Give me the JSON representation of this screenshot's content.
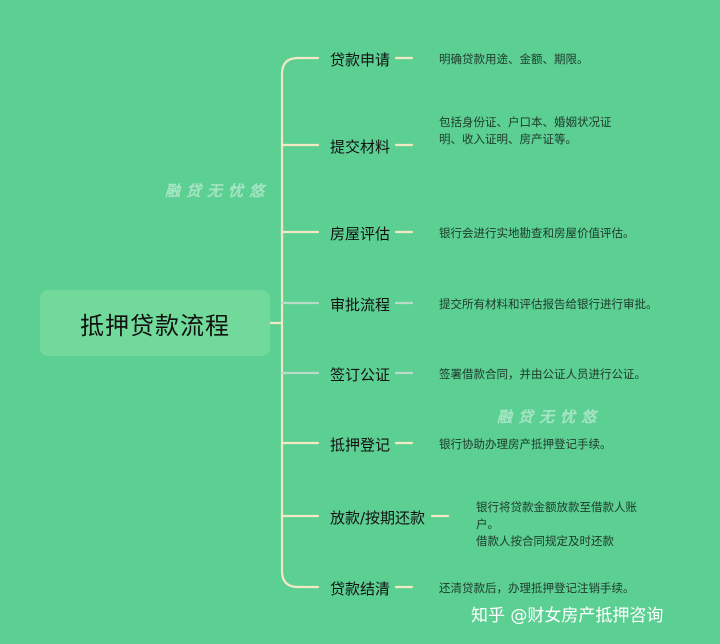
{
  "root": {
    "label": "抵押贷款流程"
  },
  "steps": [
    {
      "label": "贷款申请",
      "desc": [
        "明确贷款用途、金额、期限。"
      ]
    },
    {
      "label": "提交材料",
      "desc": [
        "包括身份证、户口本、婚姻状况证",
        "明、收入证明、房产证等。"
      ]
    },
    {
      "label": "房屋评估",
      "desc": [
        "银行会进行实地勘查和房屋价值评估。"
      ]
    },
    {
      "label": "审批流程",
      "desc": [
        "提交所有材料和评估报告给银行进行审批。"
      ]
    },
    {
      "label": "签订公证",
      "desc": [
        "签署借款合同，并由公证人员进行公证。"
      ]
    },
    {
      "label": "抵押登记",
      "desc": [
        "银行协助办理房产抵押登记手续。"
      ]
    },
    {
      "label": "放款/按期还款",
      "desc": [
        "银行将贷款金额放款至借款人账",
        "户。",
        "借款人按合同规定及时还款"
      ]
    },
    {
      "label": "贷款结清",
      "desc": [
        "还清贷款后，办理抵押登记注销手续。"
      ]
    }
  ],
  "watermark": "融贷无忧悠",
  "credit": "知乎 @财女房产抵押咨询",
  "colors": {
    "background": "#5ccf93",
    "root_box": "#71d99a",
    "connector": "#f2e9c4",
    "connector_faint": "#b9dcc6"
  }
}
